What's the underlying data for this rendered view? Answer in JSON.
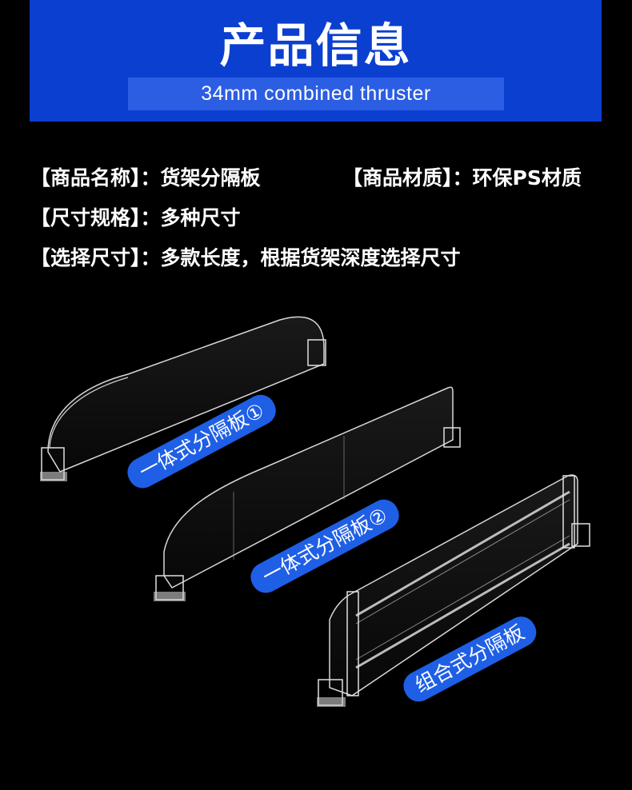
{
  "header": {
    "title": "产品信息",
    "subtitle": "34mm combined thruster"
  },
  "specs": [
    {
      "label": "【商品名称】：",
      "value": "货架分隔板"
    },
    {
      "label": "【商品材质】：",
      "value": "环保PS材质"
    },
    {
      "label": "【尺寸规格】：",
      "value": "多种尺寸"
    },
    {
      "label": "【选择尺寸】：",
      "value": "多款长度，根据货架深度选择尺寸"
    }
  ],
  "products": [
    {
      "tag": "一体式分隔板①"
    },
    {
      "tag": "一体式分隔板②"
    },
    {
      "tag": "组合式分隔板"
    }
  ],
  "colors": {
    "background": "#000000",
    "header": "#0b3fd0",
    "subtitle_bar": "#2b5ee3",
    "tag": "#1f5fe6"
  }
}
